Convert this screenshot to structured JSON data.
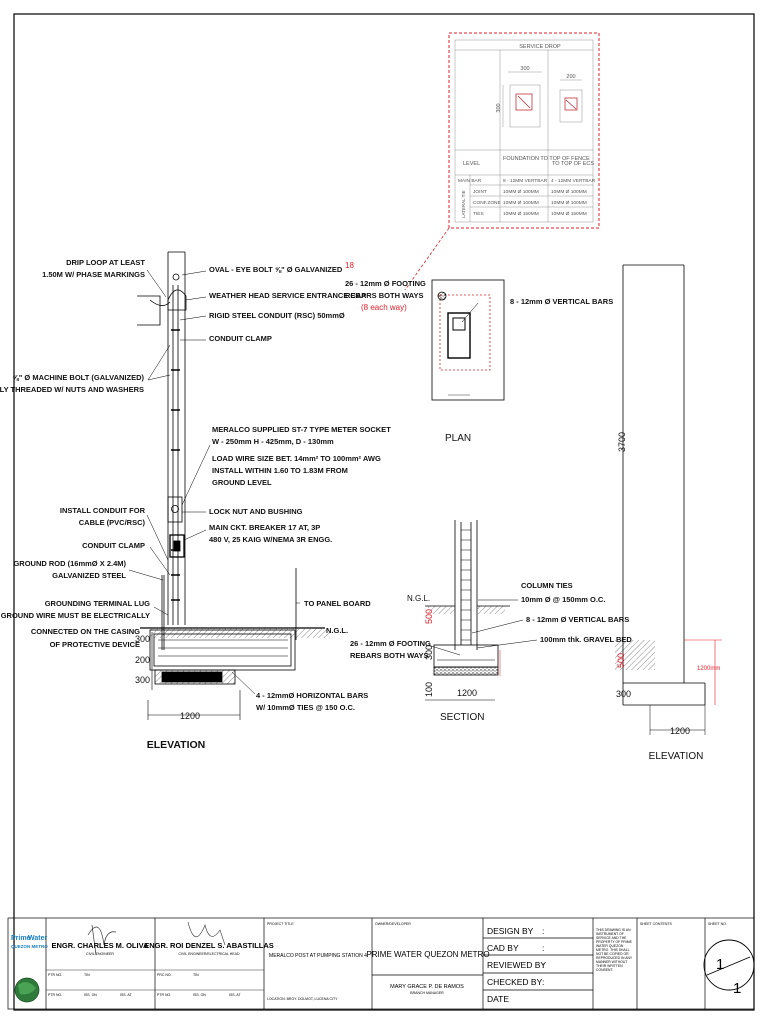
{
  "top_elevation": {
    "labels": {
      "drip_loop": [
        "DRIP LOOP AT LEAST",
        "1.50M W/ PHASE MARKINGS"
      ],
      "oval_eye_bolt": "OVAL - EYE BOLT ⅝\" Ø GALVANIZED",
      "weather_head": "WEATHER HEAD SERVICE ENTRANCE CAP",
      "rsc": "RIGID STEEL CONDUIT (RSC) 50mmØ",
      "conduit_clamp_top": "CONDUIT CLAMP",
      "machine_bolt": [
        "⅝\" Ø MACHINE BOLT (GALVANIZED)",
        "FULLY THREADED W/ NUTS AND WASHERS"
      ],
      "meter_socket": [
        "MERALCO SUPPLIED ST-7 TYPE METER SOCKET",
        "W - 250mm H - 425mm, D - 130mm",
        "LOAD WIRE SIZE BET. 14mm² TO 100mm² AWG",
        "INSTALL WITHIN 1.60 TO 1.83M FROM",
        "GROUND LEVEL"
      ],
      "lock_nut": "LOCK NUT AND BUSHING",
      "main_breaker": [
        "MAIN CKT. BREAKER 17 AT, 3P",
        "480 V, 25 KAIG W/NEMA 3R ENGG."
      ],
      "install_conduit": [
        "INSTALL CONDUIT FOR",
        "CABLE (PVC/RSC)"
      ],
      "conduit_clamp_bottom": "CONDUIT CLAMP",
      "ground_rod": [
        "GROUND ROD (16mmØ X 2.4M)",
        "GALVANIZED STEEL"
      ],
      "grounding_lug": [
        "GROUNDING TERMINAL LUG",
        "GROUND WIRE MUST BE ELECTRICALLY",
        "CONNECTED ON THE CASING",
        "OF PROTECTIVE DEVICE"
      ],
      "to_panel": "TO PANEL BOARD",
      "ngl": "N.G.L.",
      "horizontal_bars": [
        "4 - 12mmØ HORIZONTAL BARS",
        "W/ 10mmØ TIES @ 150 O.C."
      ],
      "dim_300a": "300",
      "dim_200": "200",
      "dim_300b": "300",
      "dim_1200": "1200",
      "title": "ELEVATION"
    }
  },
  "plan": {
    "note_red_num": "18",
    "footing": "26 - 12mm Ø FOOTING",
    "rebars": "REBARS BOTH WAYS",
    "each_way": "(8 each way)",
    "vertical_bars": "8 - 12mm Ø VERTICAL BARS",
    "title": "PLAN"
  },
  "schedule": {
    "title": "SERVICE DROP",
    "dim_a": "300",
    "dim_b": "200",
    "dim_side": "300",
    "headers": [
      "LEVEL",
      "FOUNDATION TO TOP OF FENCE",
      "TO TOP OF ECS"
    ],
    "side_label": "LATERAL TIE",
    "rows": [
      [
        "MAIN BAR",
        "8 - 12MM VERTBAR",
        "4 - 12MM VERTBAR"
      ],
      [
        "JOINT",
        "10MM Ø 100MM",
        "10MM Ø 100MM"
      ],
      [
        "CONF.ZONE",
        "10MM Ø 100MM",
        "10MM Ø 100MM"
      ],
      [
        "TIES",
        "10MM Ø 150MM",
        "10MM Ø 150MM"
      ]
    ]
  },
  "section": {
    "ngl": "N.G.L.",
    "column_ties": [
      "COLUMN TIES",
      "10mm Ø @ 150mm O.C."
    ],
    "vertical_bars": "8 - 12mm Ø VERTICAL BARS",
    "gravel": "100mm thk. GRAVEL BED",
    "footing": [
      "26 - 12mm Ø FOOTING",
      "REBARS BOTH WAYS"
    ],
    "dim_500": "500",
    "dim_300": "300",
    "dim_100": "100",
    "dim_1200": "1200",
    "title": "SECTION"
  },
  "right_elevation": {
    "dim_3700": "3700",
    "dim_500": "500",
    "dim_300": "300",
    "dim_1200": "1200",
    "dim_red": "1200mm",
    "title": "ELEVATION"
  },
  "title_block": {
    "logo_line1": "Prime",
    "logo_line2": "Water",
    "logo_line3": "QUEZON METRO",
    "engineer1": "ENGR. CHARLES M. OLIVA",
    "engineer1_role": "CIVIL ENGINEER",
    "engineer2": "ENGR. ROI DENZEL S. ABASTILLAS",
    "engineer2_role": "CIVIL ENGINEER/ELECTRICAL HEAD",
    "ptr_no": "PTR NO.",
    "tin": "TIN",
    "prc_no": "PRC NO.",
    "ptr_no2": "PTR NO.",
    "iss_on": "ISS. ON",
    "iss_at": "ISS. AT",
    "project_title_label": "PROJECT TITLE",
    "project_title": "MERALCO POST AT PUMPING STATION 4",
    "location": "LOCATION: BRGY. DOLMOT, LUCENA CITY",
    "owner_label": "OWNER/DEVELOPER",
    "owner": "PRIME WATER QUEZON METRO",
    "manager": "MARY GRACE P. DE RAMOS",
    "manager_role": "BRANCH MANAGER",
    "design_by": "DESIGN BY",
    "cad_by": "CAD BY",
    "reviewed_by": "REVIEWED BY",
    "checked_by": "CHECKED BY",
    "date": "DATE",
    "colon": ":",
    "disclaimer": "THIS DRAWING IS AN INSTRUMENT OF SERVICE AND THE PROPERTY OF PRIME WATER QUEZON METRO. THIS SHALL NOT BE COPIED OR REPRODUCED IN ANY MANNER WITHOUT THEIR WRITTEN CONSENT.",
    "sheet_contents": "SHEET CONTENTS",
    "sheet_no": "SHEET NO.",
    "sheet_num": "1",
    "sheet_total": "1"
  }
}
